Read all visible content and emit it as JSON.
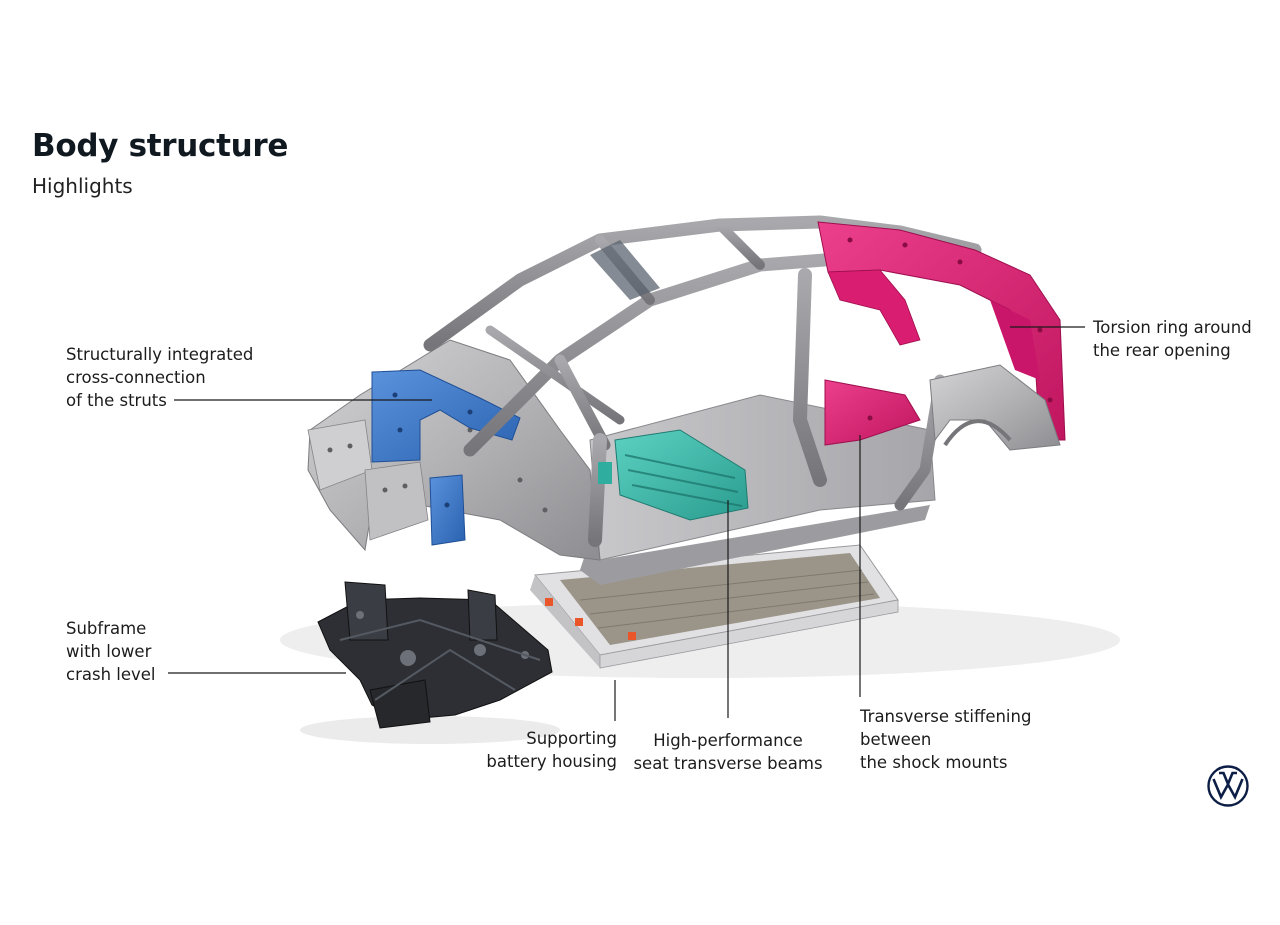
{
  "header": {
    "title": "Body structure",
    "subtitle": "Highlights"
  },
  "callouts": {
    "struts": [
      "Structurally integrated",
      "cross-connection",
      "of the struts"
    ],
    "subframe": [
      "Subframe",
      "with lower",
      "crash level"
    ],
    "battery": [
      "Supporting",
      "battery housing"
    ],
    "seat_beams": [
      "High-performance",
      "seat transverse beams"
    ],
    "shock_mounts": [
      "Transverse stiffening",
      "between",
      "the shock mounts"
    ],
    "torsion_ring": [
      "Torsion ring around",
      "the rear opening"
    ]
  },
  "colors": {
    "structure_grey": "#b9b9bb",
    "highlight_blue": "#3a78c9",
    "highlight_teal": "#37b7a8",
    "highlight_magenta": "#e01c73",
    "subframe_black": "#2a2c30",
    "brand_navy": "#0c1e45"
  },
  "icons": {
    "brand_logo": "vw-logo-icon"
  }
}
